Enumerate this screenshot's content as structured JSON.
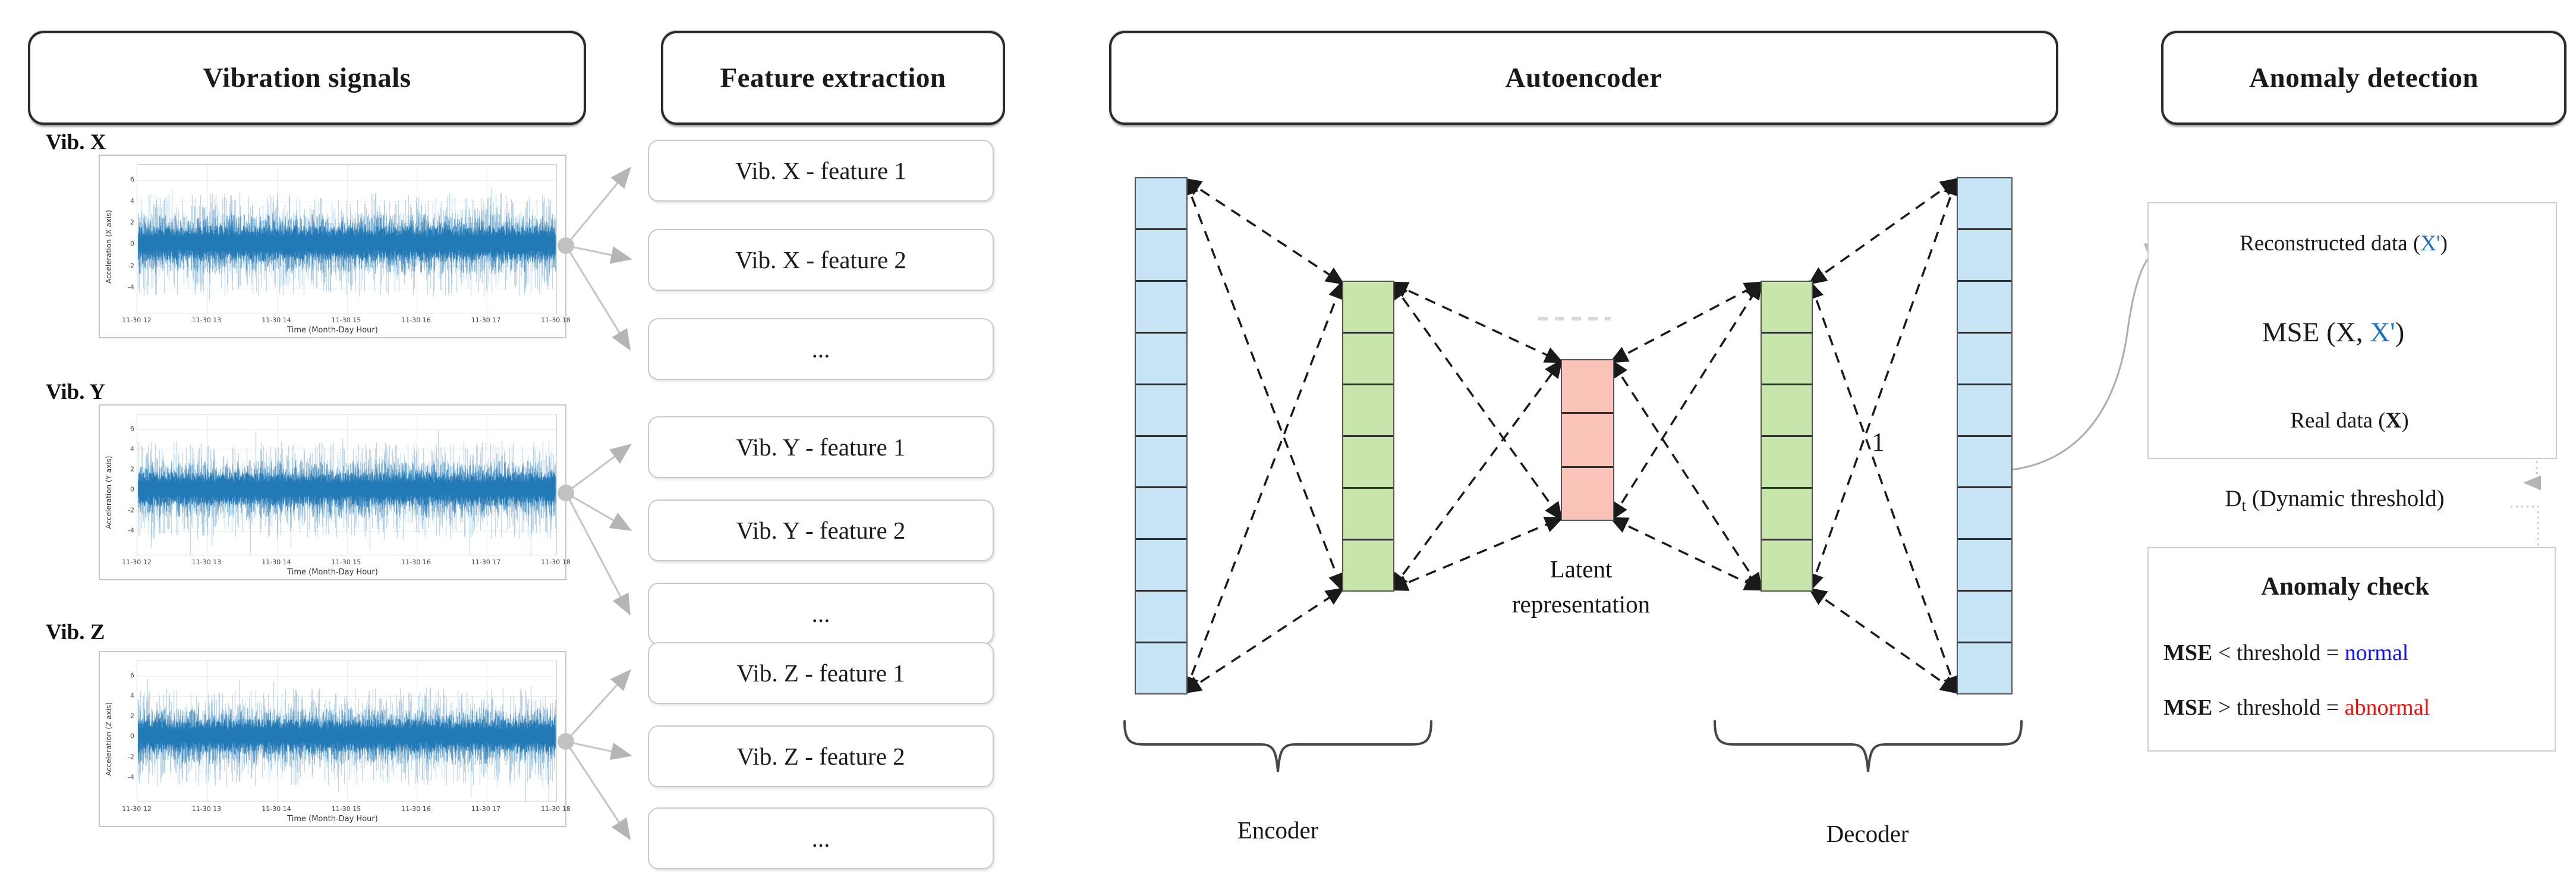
{
  "headers": {
    "vibration_signals": "Vibration signals",
    "feature_extraction": "Feature extraction",
    "autoencoder": "Autoencoder",
    "anomaly_detection": "Anomaly detection"
  },
  "plots": {
    "xlabel": "Time (Month-Day Hour)",
    "x_ticks": [
      "11-30 12",
      "11-30 13",
      "11-30 14",
      "11-30 15",
      "11-30 16",
      "11-30 17",
      "11-30 18"
    ],
    "y_ticks": [
      "6",
      "4",
      "2",
      "0",
      "-2",
      "-4"
    ],
    "signal_color": "#1f77b4",
    "items": [
      {
        "label": "Vib. X",
        "ylabel": "Acceleration (X axis)"
      },
      {
        "label": "Vib. Y",
        "ylabel": "Acceleration (Y axis)"
      },
      {
        "label": "Vib. Z",
        "ylabel": "Acceleration (Z axis)"
      }
    ]
  },
  "features": {
    "groups": [
      {
        "signal": "Vib. X",
        "boxes": [
          "Vib. X - feature 1",
          "Vib. X - feature 2",
          "..."
        ]
      },
      {
        "signal": "Vib. Y",
        "boxes": [
          "Vib. Y - feature 1",
          "Vib. Y - feature 2",
          "..."
        ]
      },
      {
        "signal": "Vib. Z",
        "boxes": [
          "Vib. Z - feature 1",
          "Vib. Z - feature 2",
          "..."
        ]
      }
    ]
  },
  "autoencoder": {
    "layers": [
      {
        "name": "input",
        "cells": 10,
        "color": "#c7e4f4"
      },
      {
        "name": "hidden-encoder",
        "cells": 6,
        "color": "#c8e5ab"
      },
      {
        "name": "latent",
        "cells": 3,
        "color": "#f9c3b7"
      },
      {
        "name": "hidden-decoder",
        "cells": 6,
        "color": "#c8e5ab"
      },
      {
        "name": "output",
        "cells": 10,
        "color": "#c7e4f4"
      }
    ],
    "latent_label_line1": "Latent",
    "latent_label_line2": "representation",
    "encoder_label": "Encoder",
    "decoder_label": "Decoder",
    "stray_label": "1"
  },
  "anomaly": {
    "reconstructed_prefix": "Reconstructed data (",
    "reconstructed_x": "X'",
    "reconstructed_suffix": ")",
    "mse_prefix": "MSE (X, ",
    "mse_x": "X'",
    "mse_suffix": ")",
    "real_prefix": "Real data (",
    "real_x": "X",
    "real_suffix": ")",
    "dt_d": "D",
    "dt_sub": "t",
    "dt_rest": " (Dynamic threshold)",
    "check_title": "Anomaly check",
    "rule1_mse": "MSE",
    "rule1_op": " < threshold = ",
    "rule1_result": "normal",
    "rule2_mse": "MSE",
    "rule2_op": " > threshold = ",
    "rule2_result": "abnormal"
  },
  "colors": {
    "x_prime_blue": "#1d70c8",
    "normal_blue": "#1414f0",
    "abnormal_red": "#f3100c",
    "signal_blue": "#1f77b4",
    "cell_blue": "#c7e4f4",
    "cell_green": "#c8e5ab",
    "cell_pink": "#f9c3b7",
    "connector_gray": "#b8b8b8"
  }
}
